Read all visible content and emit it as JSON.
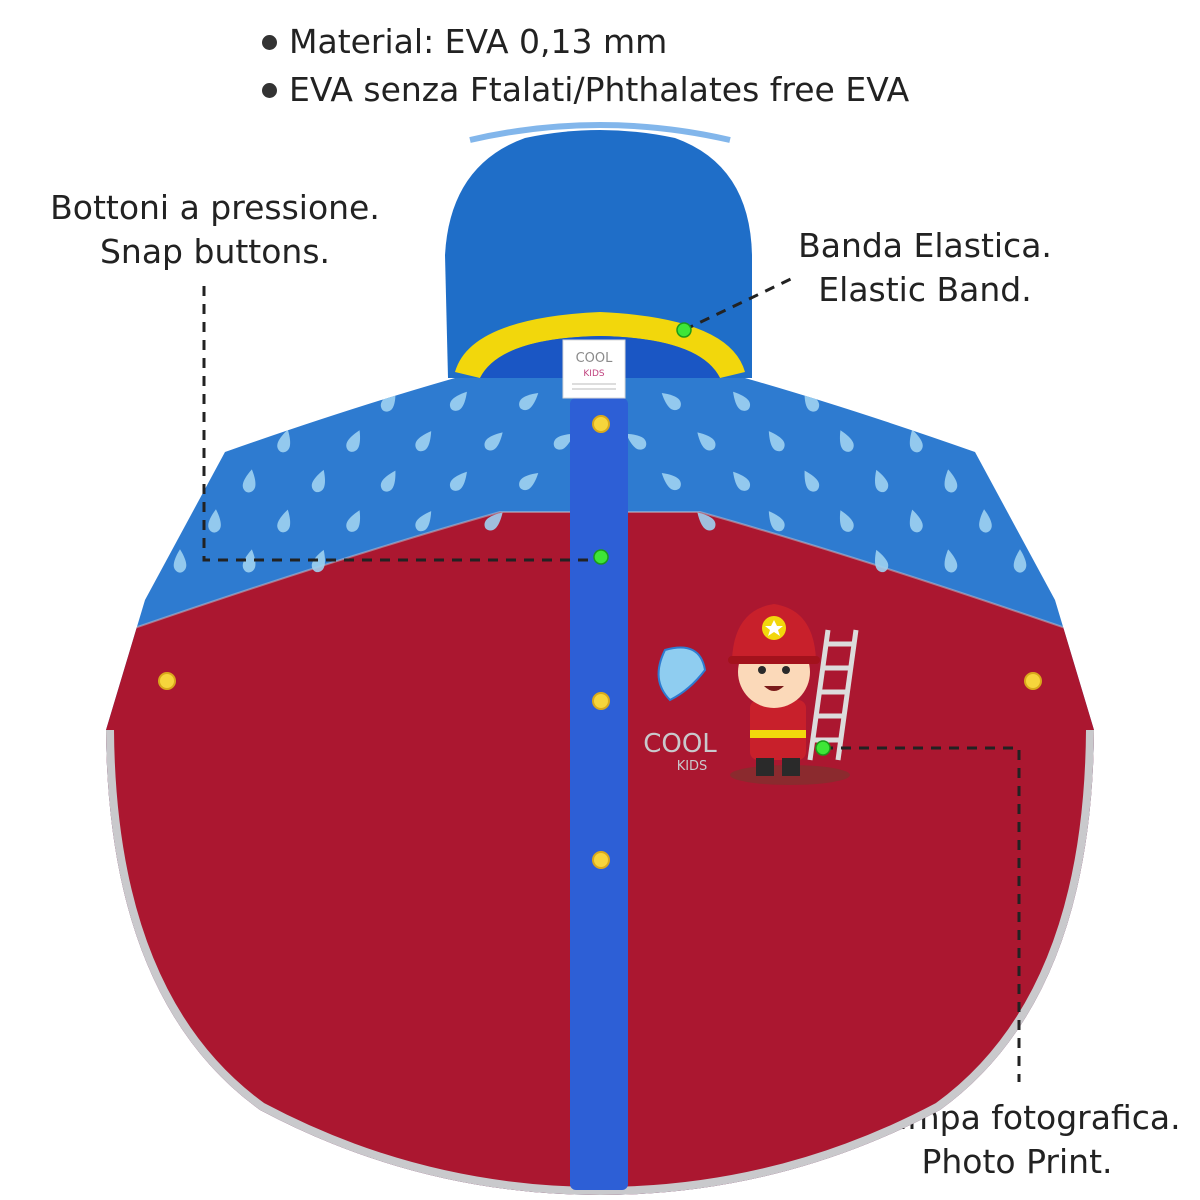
{
  "features": [
    "Material: EVA 0,13 mm",
    "EVA senza Ftalati/Phthalates free EVA"
  ],
  "callouts": {
    "snap_buttons": {
      "line1": "Bottoni a pressione.",
      "line2": "Snap buttons."
    },
    "elastic_band": {
      "line1": "Banda Elastica.",
      "line2": "Elastic Band."
    },
    "photo_print": {
      "line1": "Stampa fotografica.",
      "line2": "Photo Print."
    }
  },
  "label": {
    "brand_top": "COOL",
    "brand_bottom": "KIDS"
  },
  "print_logo": {
    "brand_top": "COOL",
    "brand_bottom": "KIDS"
  },
  "colors": {
    "hood_blue": "#1f6ec8",
    "yoke_blue": "#2e7bd0",
    "body_red": "#ab1730",
    "placket_blue": "#2d5fd6",
    "trim_yellow": "#f2d70c",
    "snap_yellow": "#f6d53c",
    "marker_green": "#3ee637",
    "reflective_trim": "#c9c9cc"
  },
  "icons": {
    "drop_pattern": "water-drop-icon",
    "character": "firefighter-icon"
  }
}
